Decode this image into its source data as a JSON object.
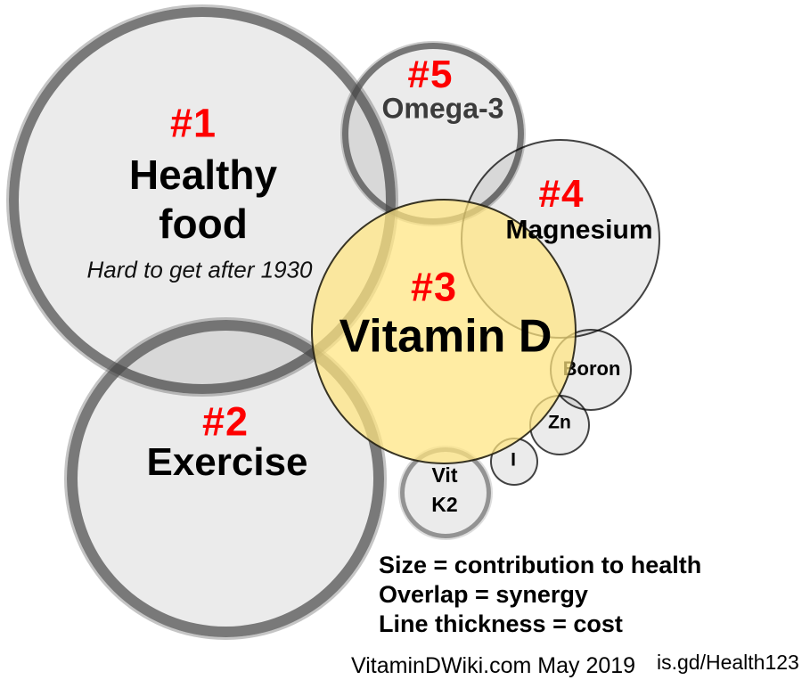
{
  "diagram_title": "Health contribution bubble diagram",
  "colors": {
    "number_red": "#fe0000",
    "gray_fill": "#ebebeb",
    "thick_border_gray": "#747474",
    "vitamin_d_fill": "#ffeca6",
    "thin_border": "#000000",
    "background": "#ffffff"
  },
  "circles": {
    "healthy_food": {
      "number": "#1",
      "name_line1": "Healthy",
      "name_line2": "food",
      "subtitle": "Hard to get after 1930"
    },
    "exercise": {
      "number": "#2",
      "name": "Exercise"
    },
    "vitamin_d": {
      "number": "#3",
      "name": "Vitamin D"
    },
    "magnesium": {
      "number": "#4",
      "name": "Magnesium"
    },
    "omega3": {
      "number": "#5",
      "name": "Omega-3"
    },
    "boron": {
      "name": "Boron"
    },
    "zinc": {
      "name": "Zn"
    },
    "iodine": {
      "name": "I"
    },
    "vitamin_k2": {
      "name_line1": "Vit",
      "name_line2": "K2"
    }
  },
  "legend": {
    "line1": "Size = contribution to health",
    "line2": "Overlap = synergy",
    "line3": "Line thickness = cost"
  },
  "footer": {
    "source": "VitaminDWiki.com May 2019",
    "short_url": "is.gd/Health123"
  }
}
